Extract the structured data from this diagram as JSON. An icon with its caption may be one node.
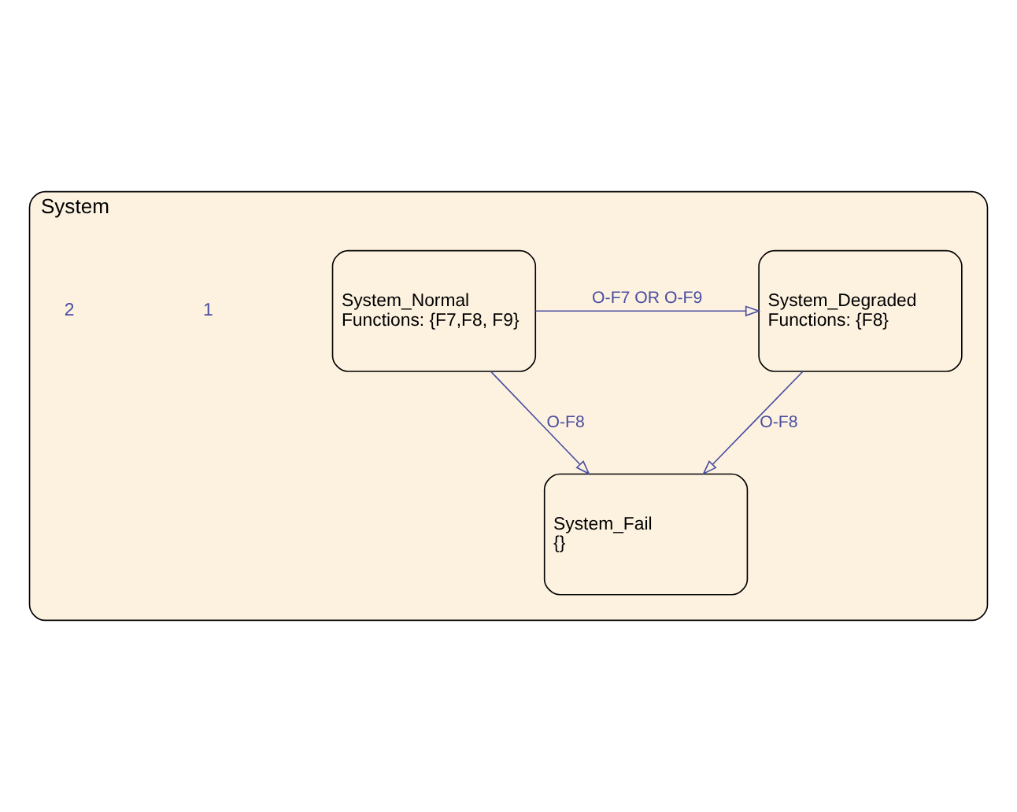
{
  "diagram": {
    "nodes": [
      {
        "text": [
          "System"
        ]
      },
      {
        "text": [
          "System_Normal",
          "Functions: {F7,F8, F9}"
        ],
        "in": 0
      },
      {
        "text": [
          "System_Degraded",
          "Functions: {F8}"
        ],
        "in": 0
      },
      {
        "text": [
          "System_Fail",
          "{}"
        ],
        "in": 0
      }
    ],
    "edges": [
      {
        "from": 1,
        "to": 2,
        "arrow": "to",
        "label": "O-F7 OR O-F9"
      },
      {
        "from": 1,
        "to": 3,
        "arrow": "to",
        "label": "O-F8"
      },
      {
        "from": 2,
        "to": 3,
        "arrow": "to",
        "label": "O-F8"
      }
    ],
    "labels": [
      "1",
      "2"
    ]
  }
}
